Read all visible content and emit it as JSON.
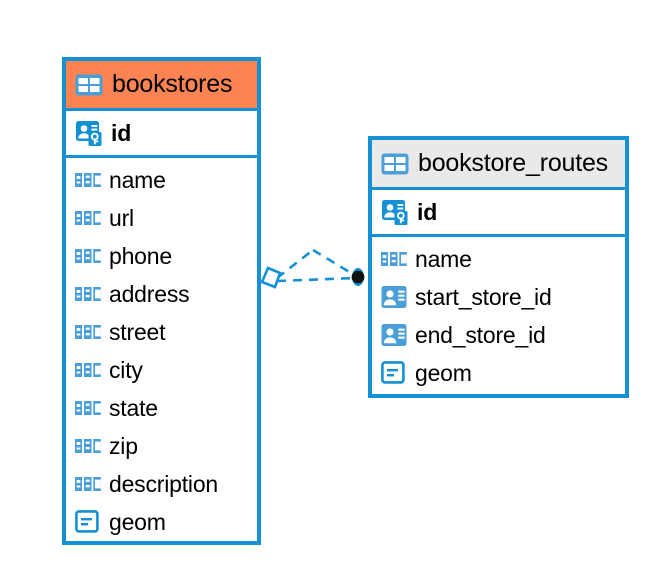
{
  "diagram": {
    "type": "entity-relationship-diagram",
    "background_color": "#ffffff",
    "accent_color": "#1491d4",
    "entities": [
      {
        "name": "bookstores",
        "header_color": "#fc8452",
        "header_icon": "table-icon",
        "primary_key": {
          "label": "id",
          "icon": "primary-key-icon"
        },
        "fields": [
          {
            "label": "name",
            "icon": "abc-text-icon"
          },
          {
            "label": "url",
            "icon": "abc-text-icon"
          },
          {
            "label": "phone",
            "icon": "abc-text-icon"
          },
          {
            "label": "address",
            "icon": "abc-text-icon"
          },
          {
            "label": "street",
            "icon": "abc-text-icon"
          },
          {
            "label": "city",
            "icon": "abc-text-icon"
          },
          {
            "label": "state",
            "icon": "abc-text-icon"
          },
          {
            "label": "zip",
            "icon": "abc-text-icon"
          },
          {
            "label": "description",
            "icon": "abc-text-icon"
          },
          {
            "label": "geom",
            "icon": "geometry-icon"
          }
        ]
      },
      {
        "name": "bookstore_routes",
        "header_color": "#e9e9e9",
        "header_icon": "table-icon",
        "primary_key": {
          "label": "id",
          "icon": "primary-key-icon"
        },
        "fields": [
          {
            "label": "name",
            "icon": "abc-text-icon"
          },
          {
            "label": "start_store_id",
            "icon": "foreign-key-icon"
          },
          {
            "label": "end_store_id",
            "icon": "foreign-key-icon"
          },
          {
            "label": "geom",
            "icon": "geometry-icon"
          }
        ]
      }
    ],
    "relationship": {
      "source_marker": "diamond-marker",
      "target_marker": "filled-circle-marker",
      "line_style": "dashed",
      "line_color": "#1491d4"
    }
  }
}
